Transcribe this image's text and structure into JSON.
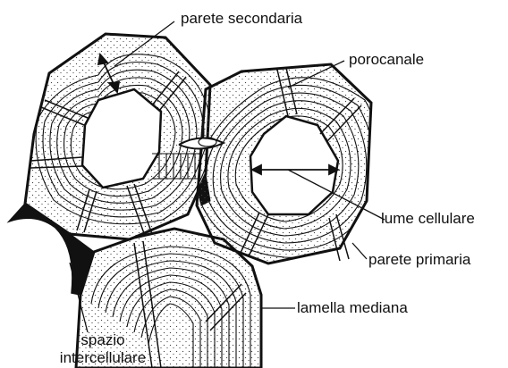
{
  "labels": {
    "parete_secondaria": "parete secondaria",
    "porocanale": "porocanale",
    "lume_cellulare": "lume cellulare",
    "parete_primaria": "parete primaria",
    "lamella_mediana": "lamella mediana",
    "spazio": "spazio",
    "intercellulare": "intercellulare"
  },
  "colors": {
    "ink": "#111111",
    "background": "#ffffff",
    "stipple": "#444444"
  }
}
